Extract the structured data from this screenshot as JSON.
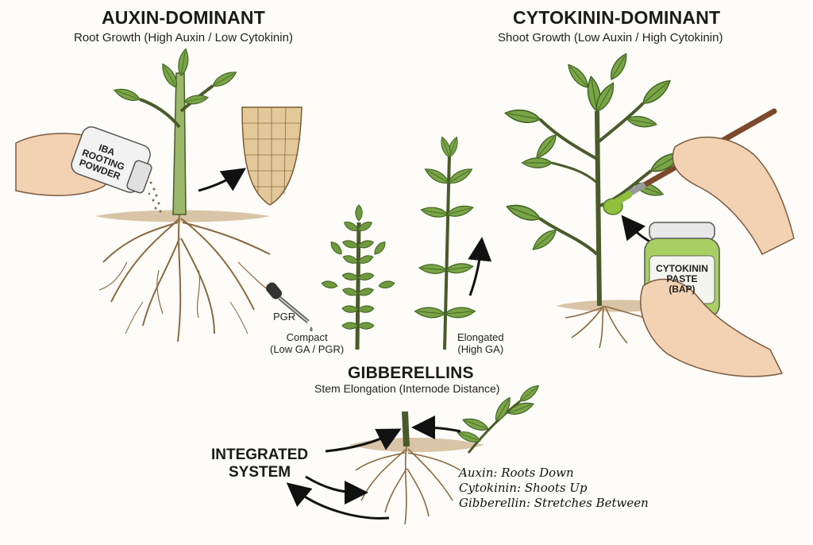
{
  "auxin": {
    "title": "AUXIN-DOMINANT",
    "subtitle": "Root Growth (High Auxin / Low Cytokinin)",
    "jar_label": [
      "IBA",
      "ROOTING",
      "POWDER"
    ]
  },
  "cytokinin": {
    "title": "CYTOKININ-DOMINANT",
    "subtitle": "Shoot Growth (Low Auxin / High Cytokinin)",
    "jar_label": [
      "CYTOKININ",
      "PASTE",
      "(BAP)"
    ]
  },
  "gibberellins": {
    "title": "GIBBERELLINS",
    "subtitle": "Stem Elongation (Internode Distance)",
    "dropper_label": "PGR",
    "compact_label": [
      "Compact",
      "(Low GA / PGR)"
    ],
    "elongated_label": [
      "Elongated",
      "(High GA)"
    ]
  },
  "integrated": {
    "title": [
      "INTEGRATED",
      "SYSTEM"
    ],
    "notes": [
      "Auxin: Roots Down",
      "Cytokinin: Shoots Up",
      "Gibberellin: Stretches Between"
    ]
  },
  "colors": {
    "leaf": "#7aa547",
    "leaf_dark": "#4f7a2c",
    "stem": "#9bb86a",
    "root": "#b08a5c",
    "soil": "#c9ad84",
    "skin": "#f3d2b3",
    "paste": "#8fbf3d"
  }
}
